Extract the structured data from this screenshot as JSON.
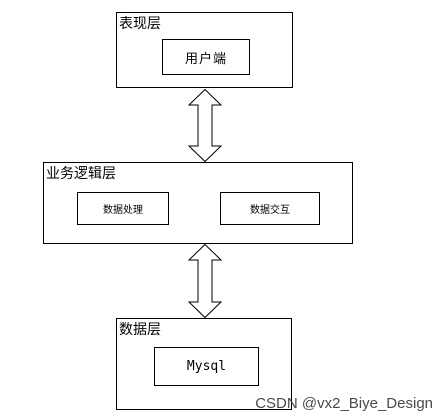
{
  "diagram": {
    "layers": [
      {
        "title": "表现层",
        "components": [
          "用户端"
        ]
      },
      {
        "title": "业务逻辑层",
        "components": [
          "数据处理",
          "数据交互"
        ]
      },
      {
        "title": "数据层",
        "components": [
          "Mysql"
        ]
      }
    ],
    "connectors": [
      "bidirectional-arrow",
      "bidirectional-arrow"
    ]
  },
  "watermark": "CSDN @vx2_Biye_Design",
  "colors": {
    "stroke": "#000000",
    "background": "#ffffff",
    "watermark": "#4a4a4a"
  }
}
